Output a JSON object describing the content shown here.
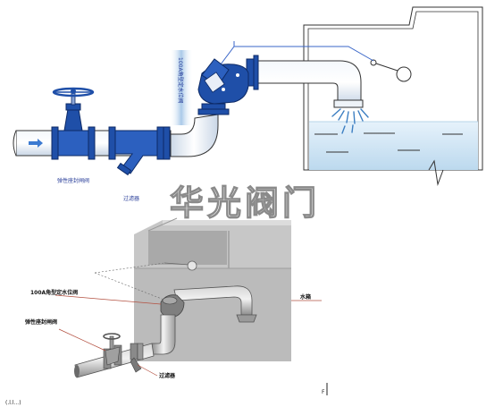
{
  "watermark": "华光阀门",
  "top_diagram": {
    "gate_valve_label": "弹性座封闸阀",
    "strainer_label": "过滤器",
    "float_valve_label": "100A角型定水位阀"
  },
  "bottom_diagram": {
    "float_valve_label": "100A角型定水位阀",
    "gate_valve_label": "弹性座封闸阀",
    "strainer_label": "过滤器",
    "tank_label": "水箱"
  },
  "footer": {
    "left_text": "(.l.l...)",
    "right_mark": "F"
  },
  "colors": {
    "valve_blue": "#1f4fa8",
    "water_blue": "#cfe6f4",
    "leader_blue": "#3a66c8",
    "concrete": "#bdbdbd"
  }
}
